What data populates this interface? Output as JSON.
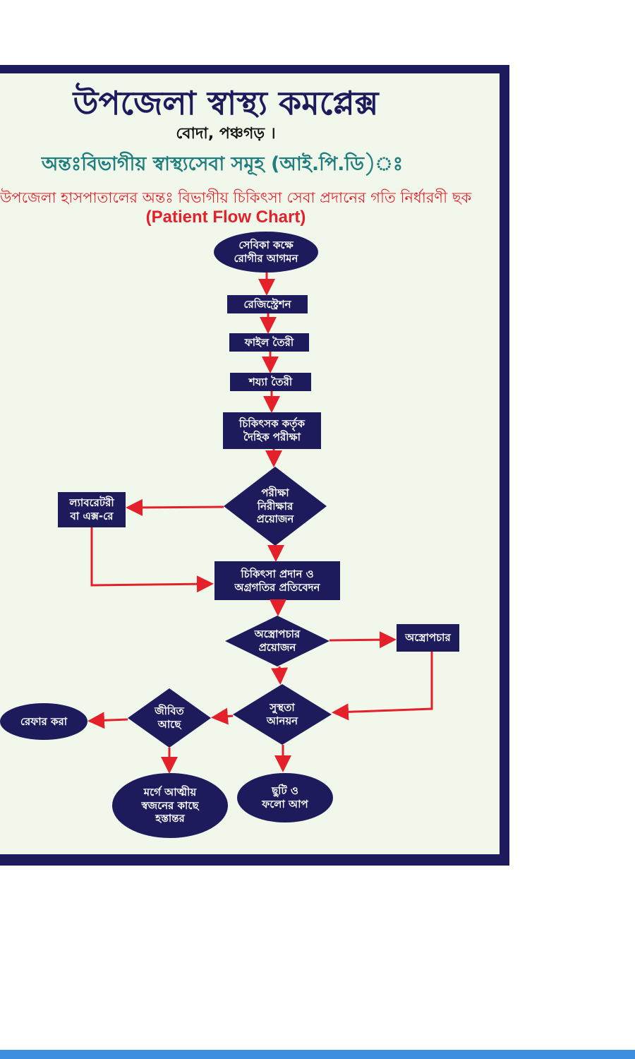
{
  "poster": {
    "title": "উপজেলা স্বাস্থ্য কমপ্লেক্স",
    "location": "বোদা, পঞ্চগড় ।",
    "section_heading": "অন্তঃবিভাগীয় স্বাস্থ্যসেবা সমূহ (আই.পি.ডি)ঃ",
    "description": "উপজেলা হাসপাতালের অন্তঃ বিভাগীয় চিকিৎসা সেবা প্রদানের গতি নির্ধারণী ছক",
    "english_title": "(Patient Flow Chart)"
  },
  "flow": {
    "arrival": [
      "সেবিকা কক্ষে",
      "রোগীর আগমন"
    ],
    "registration": [
      "রেজিস্ট্রেশন"
    ],
    "file": [
      "ফাইল তৈরী"
    ],
    "bed": [
      "শয্যা তৈরী"
    ],
    "exam": [
      "চিকিৎসক কর্তৃক",
      "দৈহিক পরীক্ষা"
    ],
    "test_needed": [
      "পরীক্ষা",
      "নিরীক্ষার",
      "প্রয়োজন"
    ],
    "lab": [
      "ল্যাবরেটরী",
      "বা এক্স-রে"
    ],
    "treatment": [
      "চিকিৎসা প্রদান ও",
      "অগ্রগতির প্রতিবেদন"
    ],
    "surgery_needed": [
      "অস্ত্রোপচার",
      "প্রয়োজন"
    ],
    "surgery": [
      "অস্ত্রোপচার"
    ],
    "recovery": [
      "সুস্থতা",
      "আনয়ন"
    ],
    "alive": [
      "জীবিত",
      "আছে"
    ],
    "refer": [
      "রেফার করা"
    ],
    "morgue": [
      "মর্গে আত্মীয়",
      "স্বজনের কাছে",
      "হস্তান্তর"
    ],
    "discharge": [
      "ছুটি ও",
      "ফলো আপ"
    ]
  },
  "colors": {
    "navy": "#1d1b5c",
    "arrow": "#e4202a",
    "teal": "#1f7e7e",
    "background": "#f2f7ec"
  }
}
